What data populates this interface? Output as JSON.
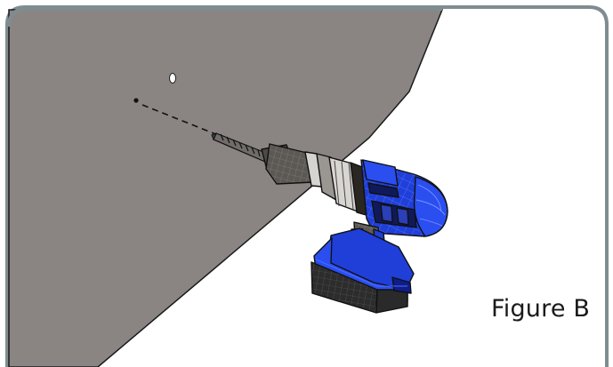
{
  "figure": {
    "caption": "Figure B"
  },
  "colors": {
    "wall": "#8a8583",
    "frame_border": "#7f8c90",
    "drill_body": "#1f3fd8",
    "drill_dark": "#101a5a",
    "drill_chuck": "#4a4744",
    "battery_dark": "#2a2a2a",
    "outline": "#111111",
    "background": "#ffffff"
  },
  "illustration": {
    "subject": "drill-aligning-bit-with-marked-hole-on-wall",
    "icons": [
      "wall-panel",
      "pilot-hole",
      "drill-mark",
      "alignment-guide",
      "drill-bit",
      "cordless-drill",
      "battery-pack"
    ]
  }
}
